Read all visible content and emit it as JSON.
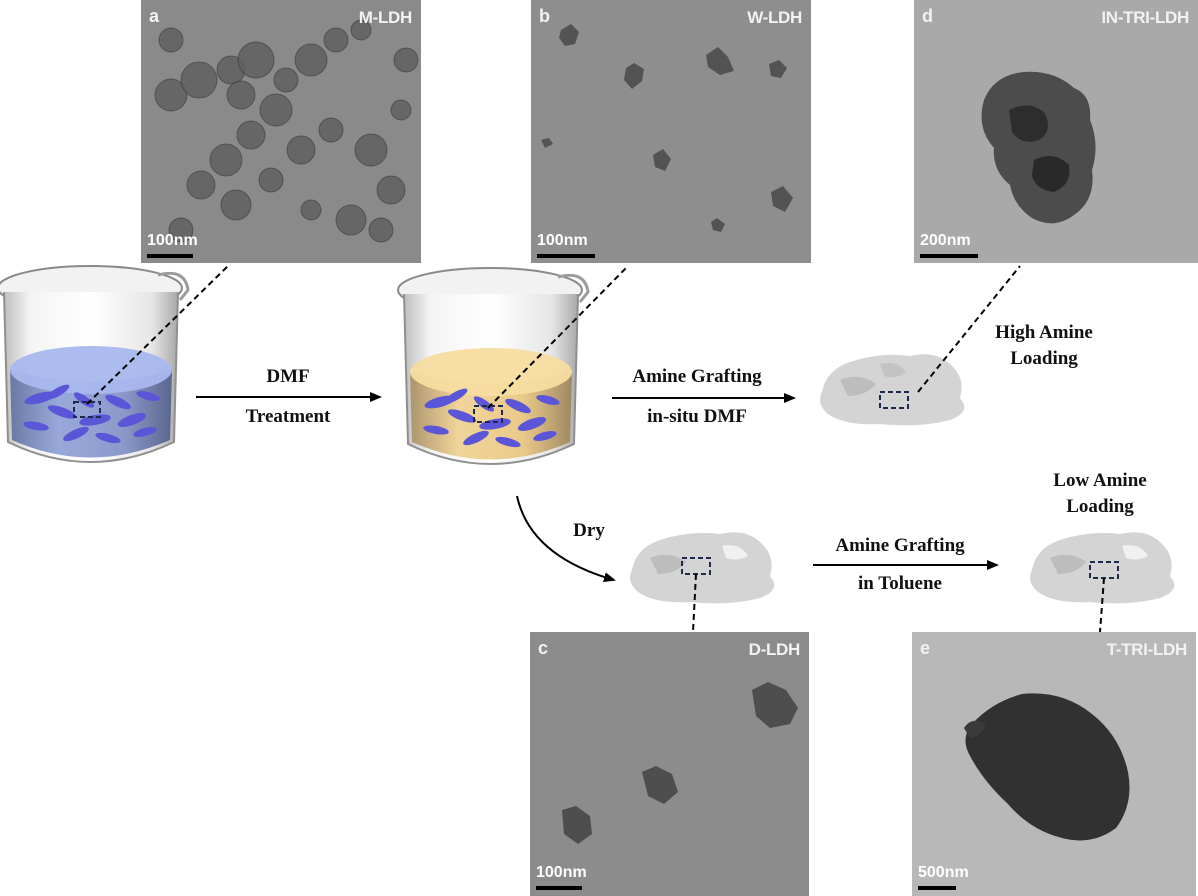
{
  "panels": {
    "a": {
      "letter": "a",
      "name": "M-LDH",
      "scale": "100nm"
    },
    "b": {
      "letter": "b",
      "name": "W-LDH",
      "scale": "100nm"
    },
    "c": {
      "letter": "c",
      "name": "D-LDH",
      "scale": "100nm"
    },
    "d": {
      "letter": "d",
      "name": "IN-TRI-LDH",
      "scale": "200nm"
    },
    "e": {
      "letter": "e",
      "name": "T-TRI-LDH",
      "scale": "500nm"
    }
  },
  "steps": {
    "dmf_line1": "DMF",
    "dmf_line2": "Treatment",
    "insitu_line1": "Amine Grafting",
    "insitu_line2": "in-situ DMF",
    "dry": "Dry",
    "toluene_line1": "Amine Grafting",
    "toluene_line2": "in Toluene"
  },
  "outcomes": {
    "high_line1": "High Amine",
    "high_line2": "Loading",
    "low_line1": "Low Amine",
    "low_line2": "Loading"
  },
  "colors": {
    "blue_solution": "#7d93e0",
    "yellow_solution": "#f3cf86",
    "platelet": "#5b55d8",
    "tem_background": "#8e8e8e",
    "particle_silhouette": "#d4d4d4",
    "zoom_box": "#1d2a4d"
  }
}
